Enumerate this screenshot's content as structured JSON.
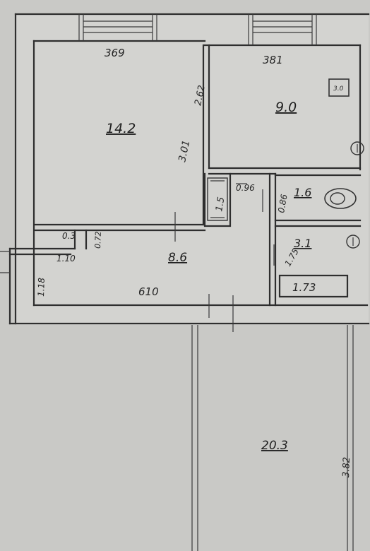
{
  "rooms": {
    "room_large": {
      "area": "14.2",
      "width": "369",
      "height": "3.01"
    },
    "room_kitchen": {
      "area": "9.0",
      "width": "381",
      "height": "2.62"
    },
    "hall": {
      "area": "8.6",
      "width": "610"
    },
    "closet": {
      "area": "1.5"
    },
    "niche": {
      "area": "0.3",
      "width": "1.10",
      "depth": "0.72"
    },
    "toilet": {
      "area": "1.6",
      "width": "0.96",
      "depth": "0.86"
    },
    "bath": {
      "area": "3.1",
      "width": "1.73",
      "depth": "1.75"
    },
    "entry": {
      "depth": "1.18"
    },
    "balcony": {
      "area": "20.3",
      "height": "3.82"
    }
  },
  "marks": {
    "stove_label": "3.0"
  }
}
